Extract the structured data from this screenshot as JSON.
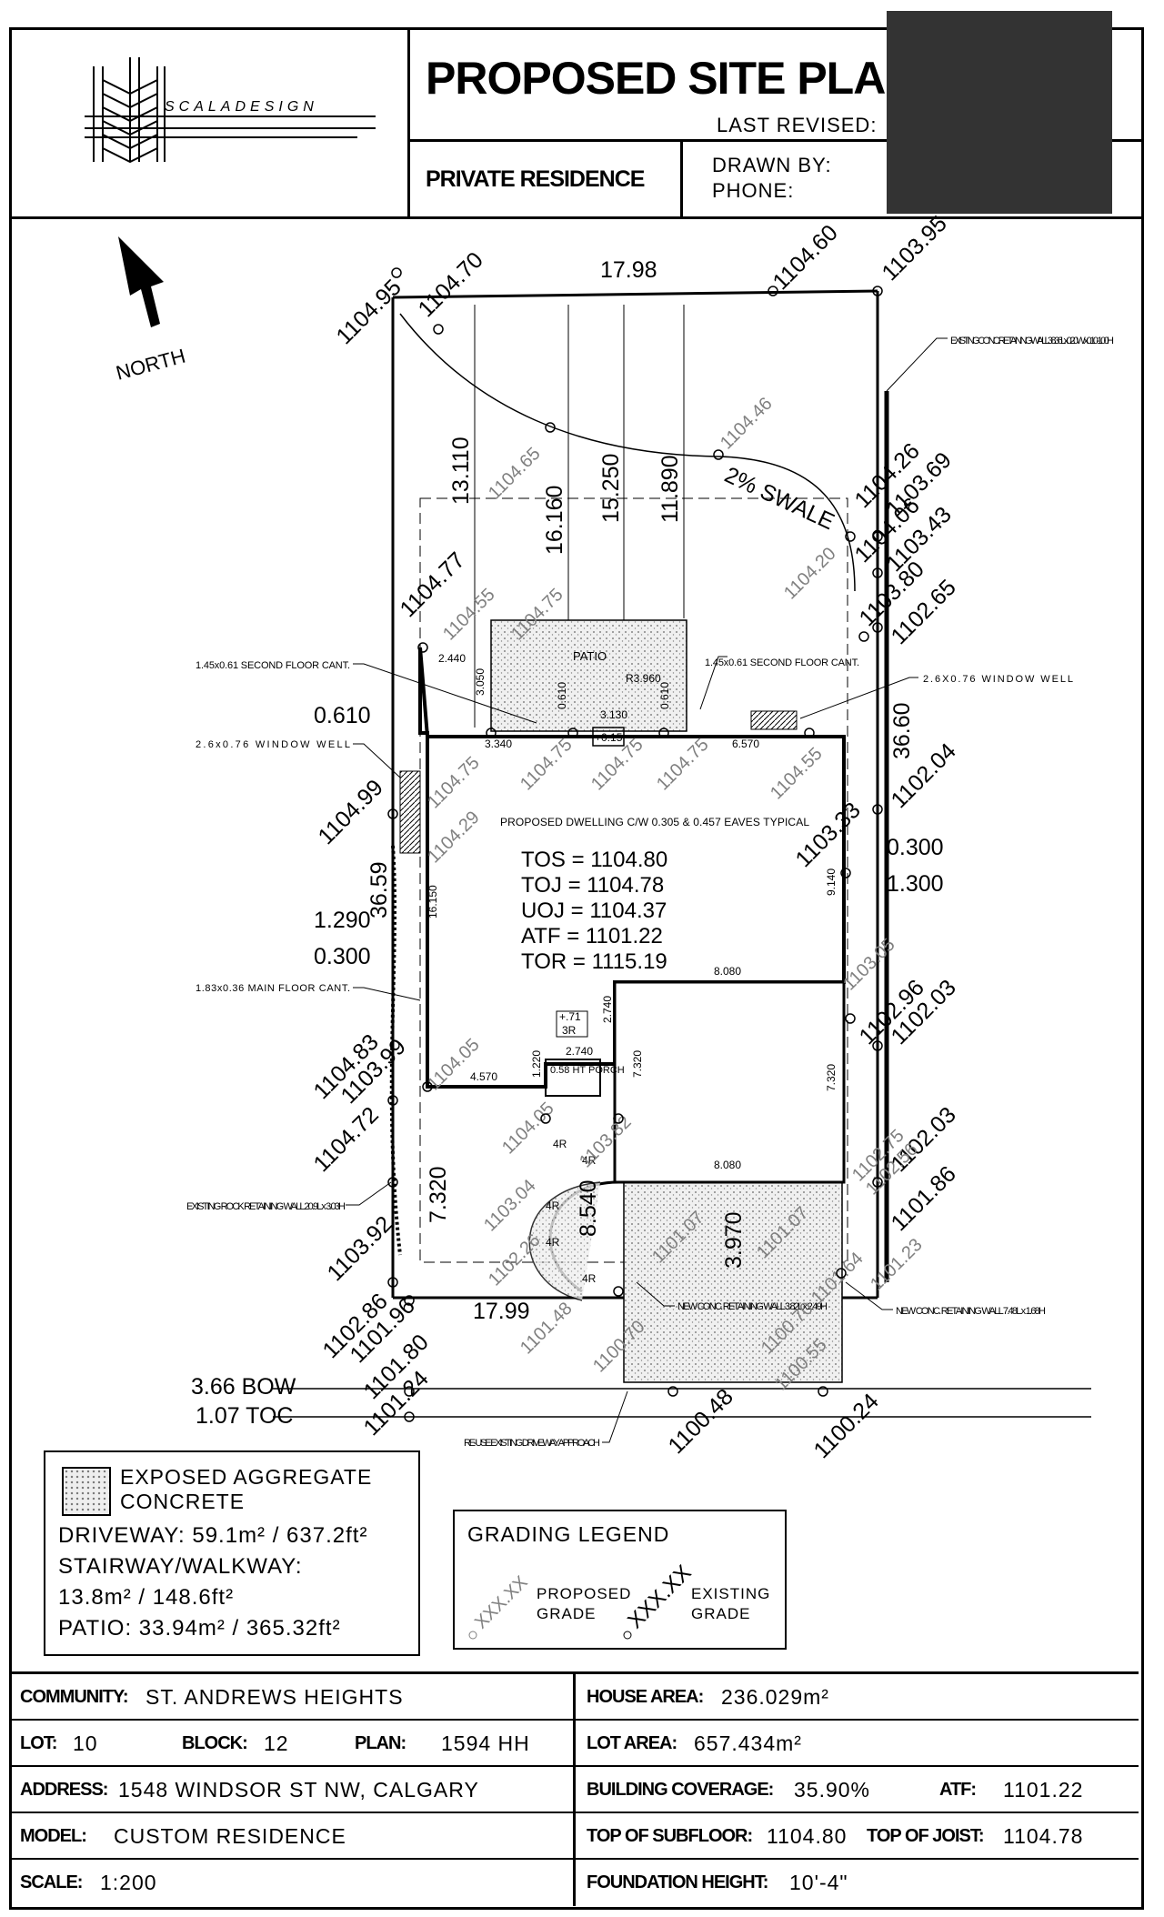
{
  "header": {
    "logo_text": "SCALADESIGN",
    "title": "PROPOSED SITE PLAN",
    "last_revised_label": "LAST REVISED:",
    "project": "PRIVATE RESIDENCE",
    "drawn_by_label": "DRAWN BY:",
    "phone_label": "PHONE:"
  },
  "plan": {
    "north": "NORTH",
    "dim_top": "17.98",
    "dim_bottom": "17.99",
    "dim_right": "36.60",
    "dim_left": "36.59",
    "swale": "2% SWALE",
    "dims_vertical": [
      "13.110",
      "16.160",
      "15.250",
      "11.890"
    ],
    "setbacks": {
      "s0610": "0.610",
      "s1290": "1.290",
      "s0300l": "0.300",
      "s0300r": "0.300",
      "s1300": "1.300",
      "s7320": "7.320",
      "s8540": "8.540",
      "s3970": "3.970"
    },
    "small_dims": [
      "2.440",
      "3.050",
      "3.340",
      "0.610",
      "3.130",
      "0.610",
      "R3.960",
      "6.570",
      "16.150",
      "9.140",
      "8.080",
      "2.740",
      "2.740",
      "1.220",
      "4.570",
      "7.320",
      "7.320",
      "8.080",
      "+0.15",
      "+.71",
      "3R",
      "4R",
      "4R",
      "4R",
      "4R",
      "4R"
    ],
    "patio": "PATIO",
    "porch": "0.58 HT PORCH",
    "dwelling": {
      "note": "PROPOSED DWELLING C/W 0.305 & 0.457 EAVES TYPICAL",
      "tos": "TOS = 1104.80",
      "toj": "TOJ = 1104.78",
      "uoj": "UOJ = 1104.37",
      "atf": "ATF = 1101.22",
      "tor": "TOR = 1115.19"
    },
    "notes": {
      "retaining_wall": "EXISTING CONC. RETAINING WALL 38.36L x 0.20W x 0.10-1.00H",
      "cant_left": "1.45x0.61 SECOND FLOOR CANT.",
      "cant_right": "1.45x0.61 SECOND FLOOR CANT.",
      "window_right": "2.6X0.76 WINDOW WELL",
      "window_left": "2.6x0.76 WINDOW WELL",
      "main_cant": "1.83x0.36 MAIN FLOOR CANT.",
      "rock_wall": "EXISTING ROCK RETAINING WALL 20.9L x 3.03H",
      "new_wall_1": "NEW CONC. RETAINING WALL 3.82L x 2.49H",
      "new_wall_2": "NEW CONC. RETAINING WALL 7.48L x 1.68H",
      "driveway_approach": "RE-USE EXISTING DRIVEWAY APPROACH",
      "bow": "3.66 BOW",
      "toc": "1.07 TOC"
    },
    "existing_grades": [
      "1104.95",
      "1104.70",
      "1104.60",
      "1103.95",
      "1104.26",
      "1103.69",
      "1104.06",
      "1103.43",
      "1103.80",
      "1102.65",
      "1102.04",
      "1103.33",
      "1102.96",
      "1102.03",
      "1102.03",
      "1101.86",
      "1104.77",
      "1104.99",
      "1104.83",
      "1103.99",
      "1104.72",
      "1103.92",
      "1102.86",
      "1101.96",
      "1101.80",
      "1101.24",
      "1100.48",
      "1100.24"
    ],
    "proposed_grades": [
      "1104.46",
      "1104.65",
      "1104.55",
      "1104.75",
      "1104.20",
      "1104.75",
      "1104.75",
      "1104.75",
      "1104.75",
      "1104.55",
      "1104.29",
      "1103.05",
      "1104.05",
      "1104.05",
      "1103.82",
      "1103.04",
      "1102.26",
      "1101.48",
      "1101.07",
      "1101.07",
      "1100.70",
      "1100.70",
      "1100.55",
      "1102.75",
      "1102.56",
      "1101.64",
      "1101.23"
    ]
  },
  "legend_concrete": {
    "label": "EXPOSED AGGREGATE CONCRETE",
    "driveway": "DRIVEWAY: 59.1m² / 637.2ft²",
    "stairway": "STAIRWAY/WALKWAY:",
    "stairway_value": "13.8m² / 148.6ft²",
    "patio": "PATIO: 33.94m² / 365.32ft²"
  },
  "legend_grading": {
    "title": "GRADING LEGEND",
    "sample": "XXX.XX",
    "proposed": "PROPOSED GRADE",
    "existing": "EXISTING GRADE"
  },
  "info": {
    "community_label": "COMMUNITY:",
    "community": "ST. ANDREWS HEIGHTS",
    "lot_label": "LOT:",
    "lot": "10",
    "block_label": "BLOCK:",
    "block": "12",
    "plan_label": "PLAN:",
    "plan": "1594 HH",
    "address_label": "ADDRESS:",
    "address": "1548 WINDSOR ST NW, CALGARY",
    "model_label": "MODEL:",
    "model": "CUSTOM RESIDENCE",
    "scale_label": "SCALE:",
    "scale": "1:200",
    "house_area_label": "HOUSE AREA:",
    "house_area": "236.029m²",
    "lot_area_label": "LOT AREA:",
    "lot_area": "657.434m²",
    "coverage_label": "BUILDING COVERAGE:",
    "coverage": "35.90%",
    "atf_label": "ATF:",
    "atf": "1101.22",
    "subfloor_label": "TOP OF SUBFLOOR:",
    "subfloor": "1104.80",
    "joist_label": "TOP OF JOIST:",
    "joist": "1104.78",
    "foundation_label": "FOUNDATION HEIGHT:",
    "foundation": "10'-4\""
  }
}
